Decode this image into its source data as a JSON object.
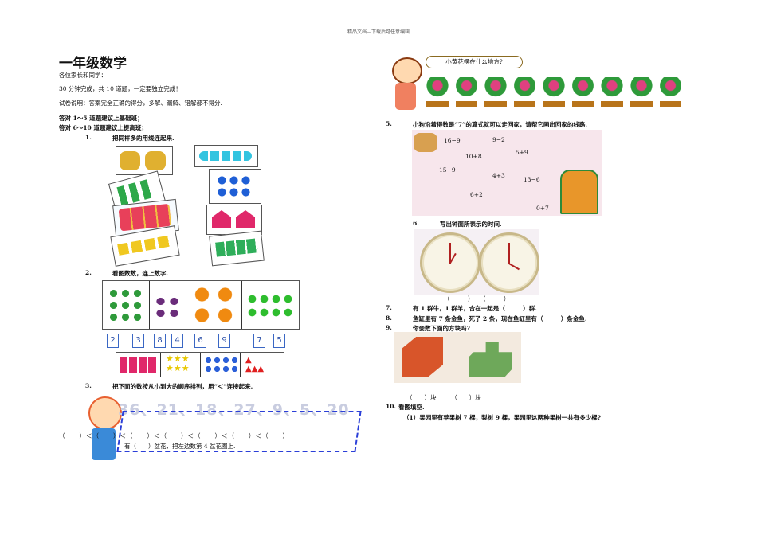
{
  "header_note": "精品文档---下载后可任意编辑",
  "title": "一年级数学",
  "greeting": "各位家长和同学：",
  "instructions": [
    "30 分钟完成，共 10 道题，一定要独立完成！",
    "试卷说明：答案完全正确的得分，多解、漏解、错解都不得分."
  ],
  "notes": [
    "答对 1～5 道题建议上基础班；",
    "答对 6～10 道题建议上提高班；"
  ],
  "q1": {
    "num": "1.",
    "text": "把同样多的用线连起来."
  },
  "q2": {
    "num": "2.",
    "text": "看图数数，连上数字.",
    "numbers": [
      "2",
      "3",
      "8",
      "4",
      "6",
      "9",
      "7",
      "5"
    ]
  },
  "q3": {
    "num": "3.",
    "text": "把下面的数按从小到大的顺序排列，用“＜”连接起来.",
    "sequence": "36、21、18、27、9、5、20",
    "answer_line": "（　　）＜（　　）＜（　　）＜（　　）＜（　　）＜（　　）＜（　　）"
  },
  "q4_partial": "有（　　）盆花，把左边数第 4 盆花圈上.",
  "bubble": "小黄花摆在什么地方?",
  "q5": {
    "num": "5.",
    "text": "小狗沿着得数是“7”的算式就可以走回家，请帮它画出回家的线路.",
    "exprs": [
      "16−9",
      "9−2",
      "10+8",
      "5+9",
      "15−9",
      "4+3",
      "13−6",
      "6+2",
      "0+7"
    ]
  },
  "q6": {
    "num": "6.",
    "text": "写出钟面所表示的时间.",
    "blanks": "（　　　）　　（　　　）"
  },
  "q7": {
    "num": "7.",
    "text": "有 1 群牛，1 群羊，合在一起是（　　　）群."
  },
  "q8": {
    "num": "8.",
    "text": "鱼缸里有 7 条金鱼，死了 2 条，现在鱼缸里有（　　　）条金鱼."
  },
  "q9": {
    "num": "9.",
    "text": "你会数下面的方块吗?",
    "blanks": "（　　）块　　　（　　）块"
  },
  "q10": {
    "num": "10.",
    "text": "看图填空.",
    "sub1": "（1）果园里有苹果树 7 棵，梨树 9 棵，果园里这两种果树一共有多少棵?"
  }
}
